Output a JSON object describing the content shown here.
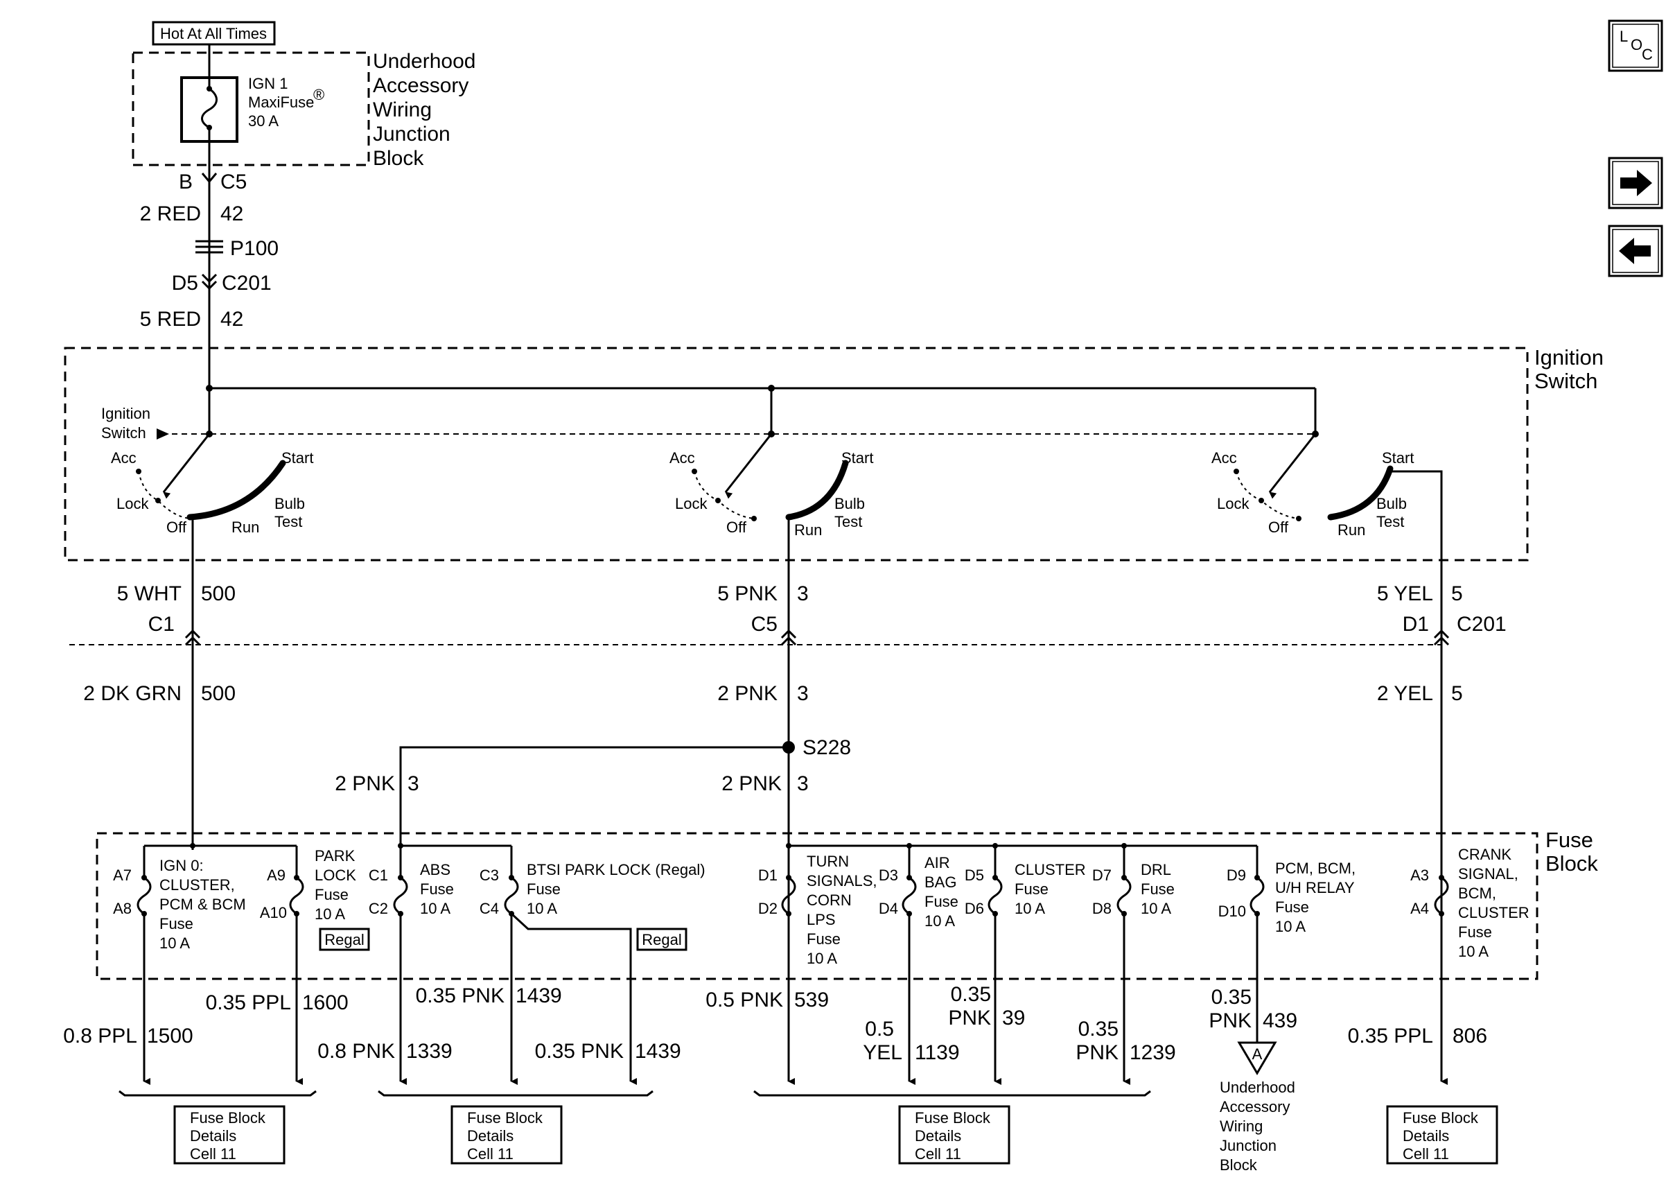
{
  "nav": {
    "loc_l": "L",
    "loc_o": "O",
    "loc_c": "C",
    "next_icon": "arrow-right-icon",
    "prev_icon": "arrow-left-icon"
  },
  "supply": {
    "hot_label": "Hot At All Times",
    "fuse_name": "IGN 1",
    "fuse_type": "MaxiFuse",
    "fuse_reg": "®",
    "fuse_rating": "30 A",
    "block_lines": [
      "Underhood",
      "Accessory",
      "Wiring",
      "Junction",
      "Block"
    ],
    "conn_pin": "B",
    "conn_name": "C5",
    "wire1_color": "2 RED",
    "wire1_circuit": "42",
    "splice_p": "P100",
    "conn2_pin": "D5",
    "conn2_name": "C201",
    "wire2_color": "5 RED",
    "wire2_circuit": "42"
  },
  "ignition": {
    "title_lines": [
      "Ignition",
      "Switch"
    ],
    "inner_label_lines": [
      "Ignition",
      "Switch"
    ],
    "acc": "Acc",
    "lock": "Lock",
    "off": "Off",
    "run": "Run",
    "start": "Start",
    "bulb": "Bulb",
    "test": "Test"
  },
  "outputs": {
    "left": {
      "wire_color": "5 WHT",
      "circuit": "500",
      "conn": "C1",
      "wire2_color": "2 DK GRN",
      "circuit2": "500"
    },
    "middle": {
      "wire_color": "5 PNK",
      "circuit": "3",
      "conn": "C5",
      "wire2_color": "2 PNK",
      "circuit2": "3"
    },
    "right": {
      "wire_color": "5 YEL",
      "circuit": "5",
      "conn_pin": "D1",
      "conn": "C201",
      "wire2_color": "2 YEL",
      "circuit2": "5"
    }
  },
  "splice": {
    "name": "S228",
    "left_color": "2 PNK",
    "left_circuit": "3",
    "mid_color": "2 PNK",
    "mid_circuit": "3"
  },
  "fuse_block": {
    "title_lines": [
      "Fuse",
      "Block"
    ],
    "regal": "Regal",
    "fuses": {
      "ign0": {
        "pin_in": "A7",
        "pin_out": "A8",
        "lines": [
          "IGN 0:",
          "CLUSTER,",
          "PCM & BCM",
          "Fuse",
          "10 A"
        ]
      },
      "park": {
        "pin_in": "A9",
        "pin_out": "A10",
        "lines": [
          "PARK",
          "LOCK",
          "Fuse",
          "10 A"
        ]
      },
      "abs": {
        "pin_in": "C1",
        "pin_out": "C2",
        "lines": [
          "ABS",
          "Fuse",
          "10 A"
        ]
      },
      "btsi": {
        "pin_in": "C3",
        "pin_out": "C4",
        "lines": [
          "BTSI PARK LOCK (Regal)",
          "Fuse",
          "10 A"
        ]
      },
      "turn": {
        "pin_in": "D1",
        "pin_out": "D2",
        "lines": [
          "TURN",
          "SIGNALS,",
          "CORN",
          "LPS",
          "Fuse",
          "10 A"
        ]
      },
      "air": {
        "pin_in": "D3",
        "pin_out": "D4",
        "lines": [
          "AIR",
          "BAG",
          "Fuse",
          "10 A"
        ]
      },
      "cluster": {
        "pin_in": "D5",
        "pin_out": "D6",
        "lines": [
          "CLUSTER",
          "Fuse",
          "10 A"
        ]
      },
      "drl": {
        "pin_in": "D7",
        "pin_out": "D8",
        "lines": [
          "DRL",
          "Fuse",
          "10 A"
        ]
      },
      "pcm": {
        "pin_in": "D9",
        "pin_out": "D10",
        "lines": [
          "PCM, BCM,",
          "U/H RELAY",
          "Fuse",
          "10 A"
        ]
      },
      "crank": {
        "pin_in": "A3",
        "pin_out": "A4",
        "lines": [
          "CRANK",
          "SIGNAL,",
          "BCM,",
          "CLUSTER",
          "Fuse",
          "10 A"
        ]
      }
    }
  },
  "wires_out": {
    "w1500": {
      "color": "0.8 PPL",
      "circuit": "1500"
    },
    "w1600": {
      "color": "0.35 PPL",
      "circuit": "1600"
    },
    "w1339": {
      "color": "0.8 PNK",
      "circuit": "1339"
    },
    "w1439a": {
      "color": "0.35 PNK",
      "circuit": "1439"
    },
    "w1439b": {
      "color": "0.35 PNK",
      "circuit": "1439"
    },
    "w539": {
      "color": "0.5 PNK",
      "circuit": "539"
    },
    "w1139": {
      "color_lines": [
        "0.5",
        "YEL"
      ],
      "circuit": "1139"
    },
    "w39": {
      "color_lines": [
        "0.35",
        "PNK"
      ],
      "circuit": "39"
    },
    "w1239": {
      "color_lines": [
        "0.35",
        "PNK"
      ],
      "circuit": "1239"
    },
    "w439": {
      "color_lines": [
        "0.35",
        "PNK"
      ],
      "circuit": "439"
    },
    "w806": {
      "color": "0.35 PPL",
      "circuit": "806"
    }
  },
  "destinations": {
    "details_lines": [
      "Fuse Block",
      "Details",
      "Cell 11"
    ],
    "offpage_letter": "A",
    "uh_lines": [
      "Underhood",
      "Accessory",
      "Wiring",
      "Junction",
      "Block"
    ]
  }
}
